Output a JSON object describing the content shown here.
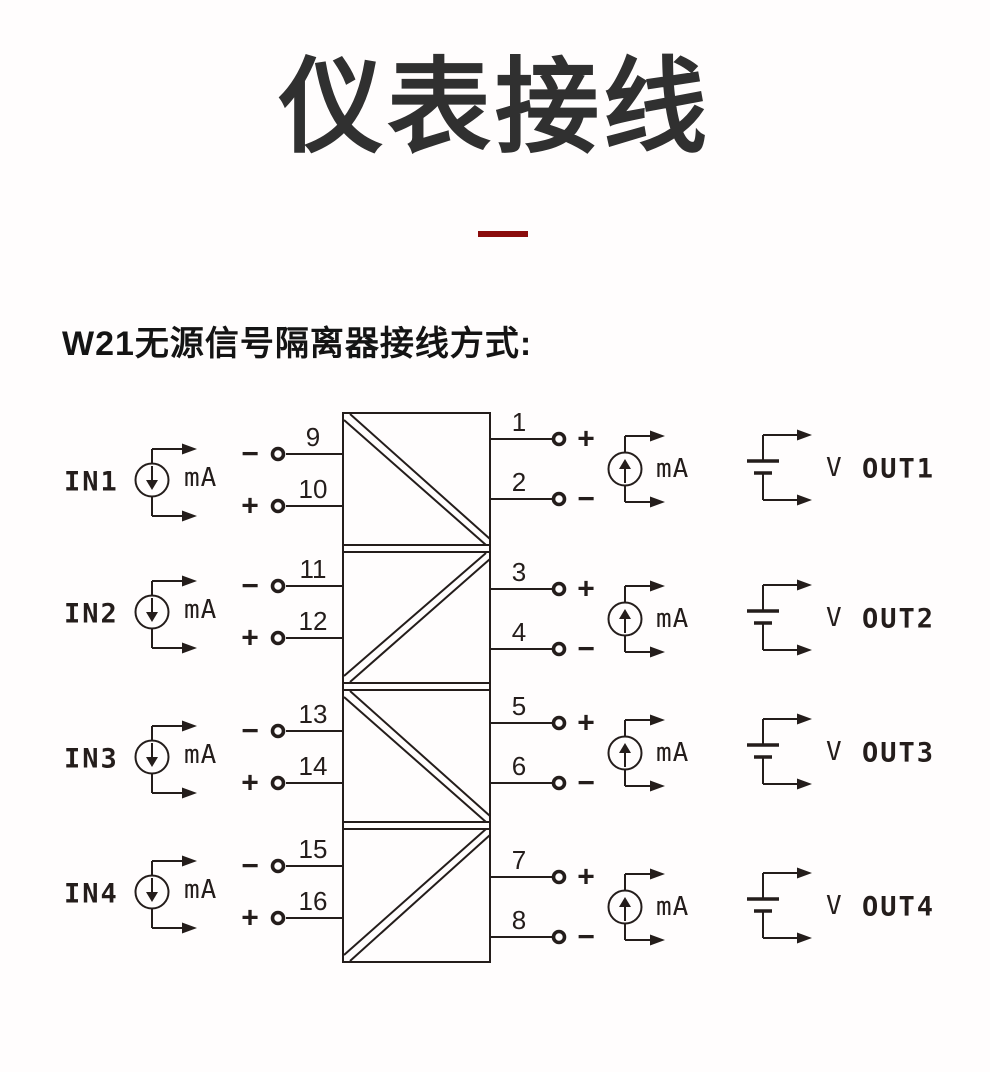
{
  "header": {
    "title": "仪表接线",
    "subtitle": "W21无源信号隔离器接线方式:",
    "divider_color": "#8B0C0C"
  },
  "diagram": {
    "line_color": "#241d1b",
    "background": "#fffdfd",
    "channels": [
      {
        "input_label": "IN1",
        "output_label": "OUT1",
        "input_source_unit": "mA",
        "output_source_unit": "mA",
        "output_voltage_unit": "V",
        "input_terminals": [
          {
            "number": "9",
            "polarity": "−"
          },
          {
            "number": "10",
            "polarity": "+"
          }
        ],
        "output_terminals": [
          {
            "number": "1",
            "polarity": "+"
          },
          {
            "number": "2",
            "polarity": "−"
          }
        ]
      },
      {
        "input_label": "IN2",
        "output_label": "OUT2",
        "input_source_unit": "mA",
        "output_source_unit": "mA",
        "output_voltage_unit": "V",
        "input_terminals": [
          {
            "number": "11",
            "polarity": "−"
          },
          {
            "number": "12",
            "polarity": "+"
          }
        ],
        "output_terminals": [
          {
            "number": "3",
            "polarity": "+"
          },
          {
            "number": "4",
            "polarity": "−"
          }
        ]
      },
      {
        "input_label": "IN3",
        "output_label": "OUT3",
        "input_source_unit": "mA",
        "output_source_unit": "mA",
        "output_voltage_unit": "V",
        "input_terminals": [
          {
            "number": "13",
            "polarity": "−"
          },
          {
            "number": "14",
            "polarity": "+"
          }
        ],
        "output_terminals": [
          {
            "number": "5",
            "polarity": "+"
          },
          {
            "number": "6",
            "polarity": "−"
          }
        ]
      },
      {
        "input_label": "IN4",
        "output_label": "OUT4",
        "input_source_unit": "mA",
        "output_source_unit": "mA",
        "output_voltage_unit": "V",
        "input_terminals": [
          {
            "number": "15",
            "polarity": "−"
          },
          {
            "number": "16",
            "polarity": "+"
          }
        ],
        "output_terminals": [
          {
            "number": "7",
            "polarity": "+"
          },
          {
            "number": "8",
            "polarity": "−"
          }
        ]
      }
    ]
  }
}
